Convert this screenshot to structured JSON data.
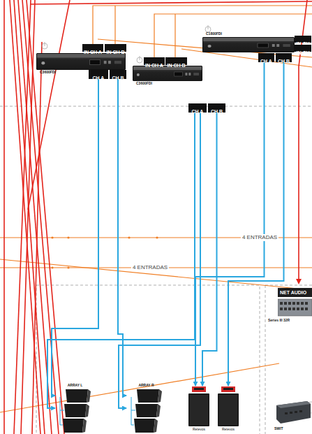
{
  "diagram": {
    "nodes": [
      {
        "text": [
          "C3600FDI"
        ]
      },
      {
        "text": [
          "IN CH A"
        ]
      },
      {
        "text": [
          "IN CH B"
        ]
      },
      {
        "text": [
          "CH A"
        ]
      },
      {
        "text": [
          "CH B"
        ]
      },
      {
        "text": [
          "C3600FDI"
        ]
      },
      {
        "text": [
          "IN CH A"
        ]
      },
      {
        "text": [
          "IN CH B"
        ]
      },
      {
        "text": [
          "CH A"
        ]
      },
      {
        "text": [
          "CH B"
        ]
      },
      {
        "text": [
          "C1800FDI"
        ]
      },
      {
        "text": [
          "IN CH"
        ]
      },
      {
        "text": [
          "IN CH"
        ]
      },
      {
        "text": [
          "CH A"
        ]
      },
      {
        "text": [
          "CH B"
        ]
      },
      {
        "text": [
          "NET AUDIO",
          "Series III 32R"
        ]
      },
      {
        "text": [
          "ARRAY L"
        ]
      },
      {
        "text": [
          "ARRAY R"
        ]
      },
      {
        "text": [
          "Relevos"
        ]
      },
      {
        "text": [
          "Relevos"
        ]
      },
      {
        "text": [
          "SWIT"
        ]
      }
    ],
    "edges": [
      {
        "from": 3,
        "to": 16,
        "arrow": "to"
      },
      {
        "from": 4,
        "to": 17,
        "arrow": "to"
      },
      {
        "from": 8,
        "to": 16,
        "arrow": "to"
      },
      {
        "from": 8,
        "to": 17,
        "arrow": "to"
      },
      {
        "from": 9,
        "to": 18,
        "arrow": "to"
      },
      {
        "from": 13,
        "to": 18,
        "arrow": "to"
      },
      {
        "from": 14,
        "to": 19,
        "arrow": "to"
      }
    ],
    "labels": [
      "4 ENTRADAS",
      "4 ENTRADAS"
    ]
  }
}
